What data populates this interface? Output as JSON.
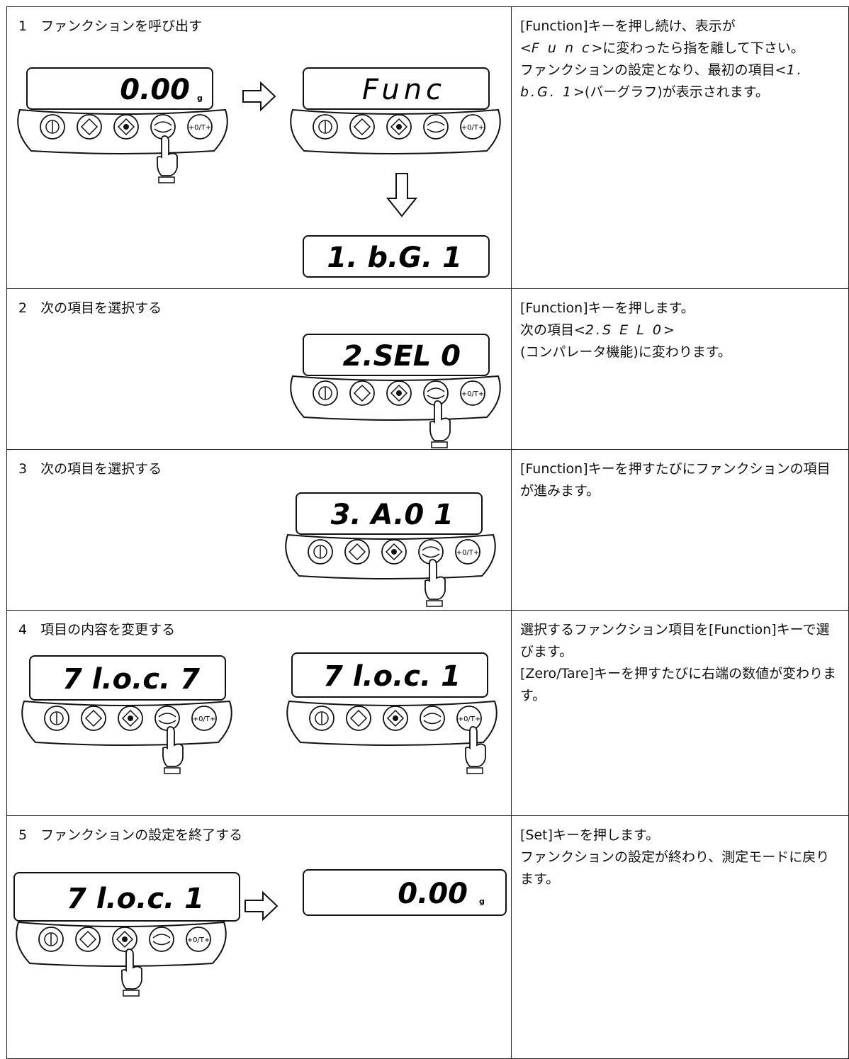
{
  "steps": [
    {
      "title": "1　ファンクションを呼び出す",
      "desc_lines": [
        "[Function]キーを押し続け、表示が",
        "<",
        "F u n c",
        ">に変わったら指を離して下さい。",
        "ファンクションの設定となり、最初の項目<",
        "1. b.G. 1",
        ">(バーグラフ)が表示されます。"
      ],
      "displays": [
        "0.00",
        "Func",
        "1. b.G. 1"
      ],
      "unit": "g"
    },
    {
      "title": "2　次の項目を選択する",
      "desc_lines": [
        "[Function]キーを押します。",
        "次の項目<",
        "2.S E L 0",
        ">",
        "(コンパレータ機能)に変わります。"
      ],
      "displays": [
        "2.SEL 0"
      ]
    },
    {
      "title": "3　次の項目を選択する",
      "desc_lines": [
        "[Function]キーを押すたびにファンクションの項目が進みます。"
      ],
      "displays": [
        "3. A.0 1"
      ]
    },
    {
      "title": "4　項目の内容を変更する",
      "desc_lines": [
        "選択するファンクション項目を[Function]キーで選びます。",
        "[Zero/Tare]キーを押すたびに右端の数値が変わります。"
      ],
      "displays": [
        "7 l.o.c. 7",
        "7 l.o.c. 1"
      ]
    },
    {
      "title": "5　ファンクションの設定を終了する",
      "desc_lines": [
        "[Set]キーを押します。",
        "ファンクションの設定が終わり、測定モードに戻ります。"
      ],
      "displays": [
        "7 l.o.c. 1",
        "0.00"
      ],
      "unit": "g"
    }
  ],
  "key_labels": {
    "zero_tare": "+0/T+"
  }
}
